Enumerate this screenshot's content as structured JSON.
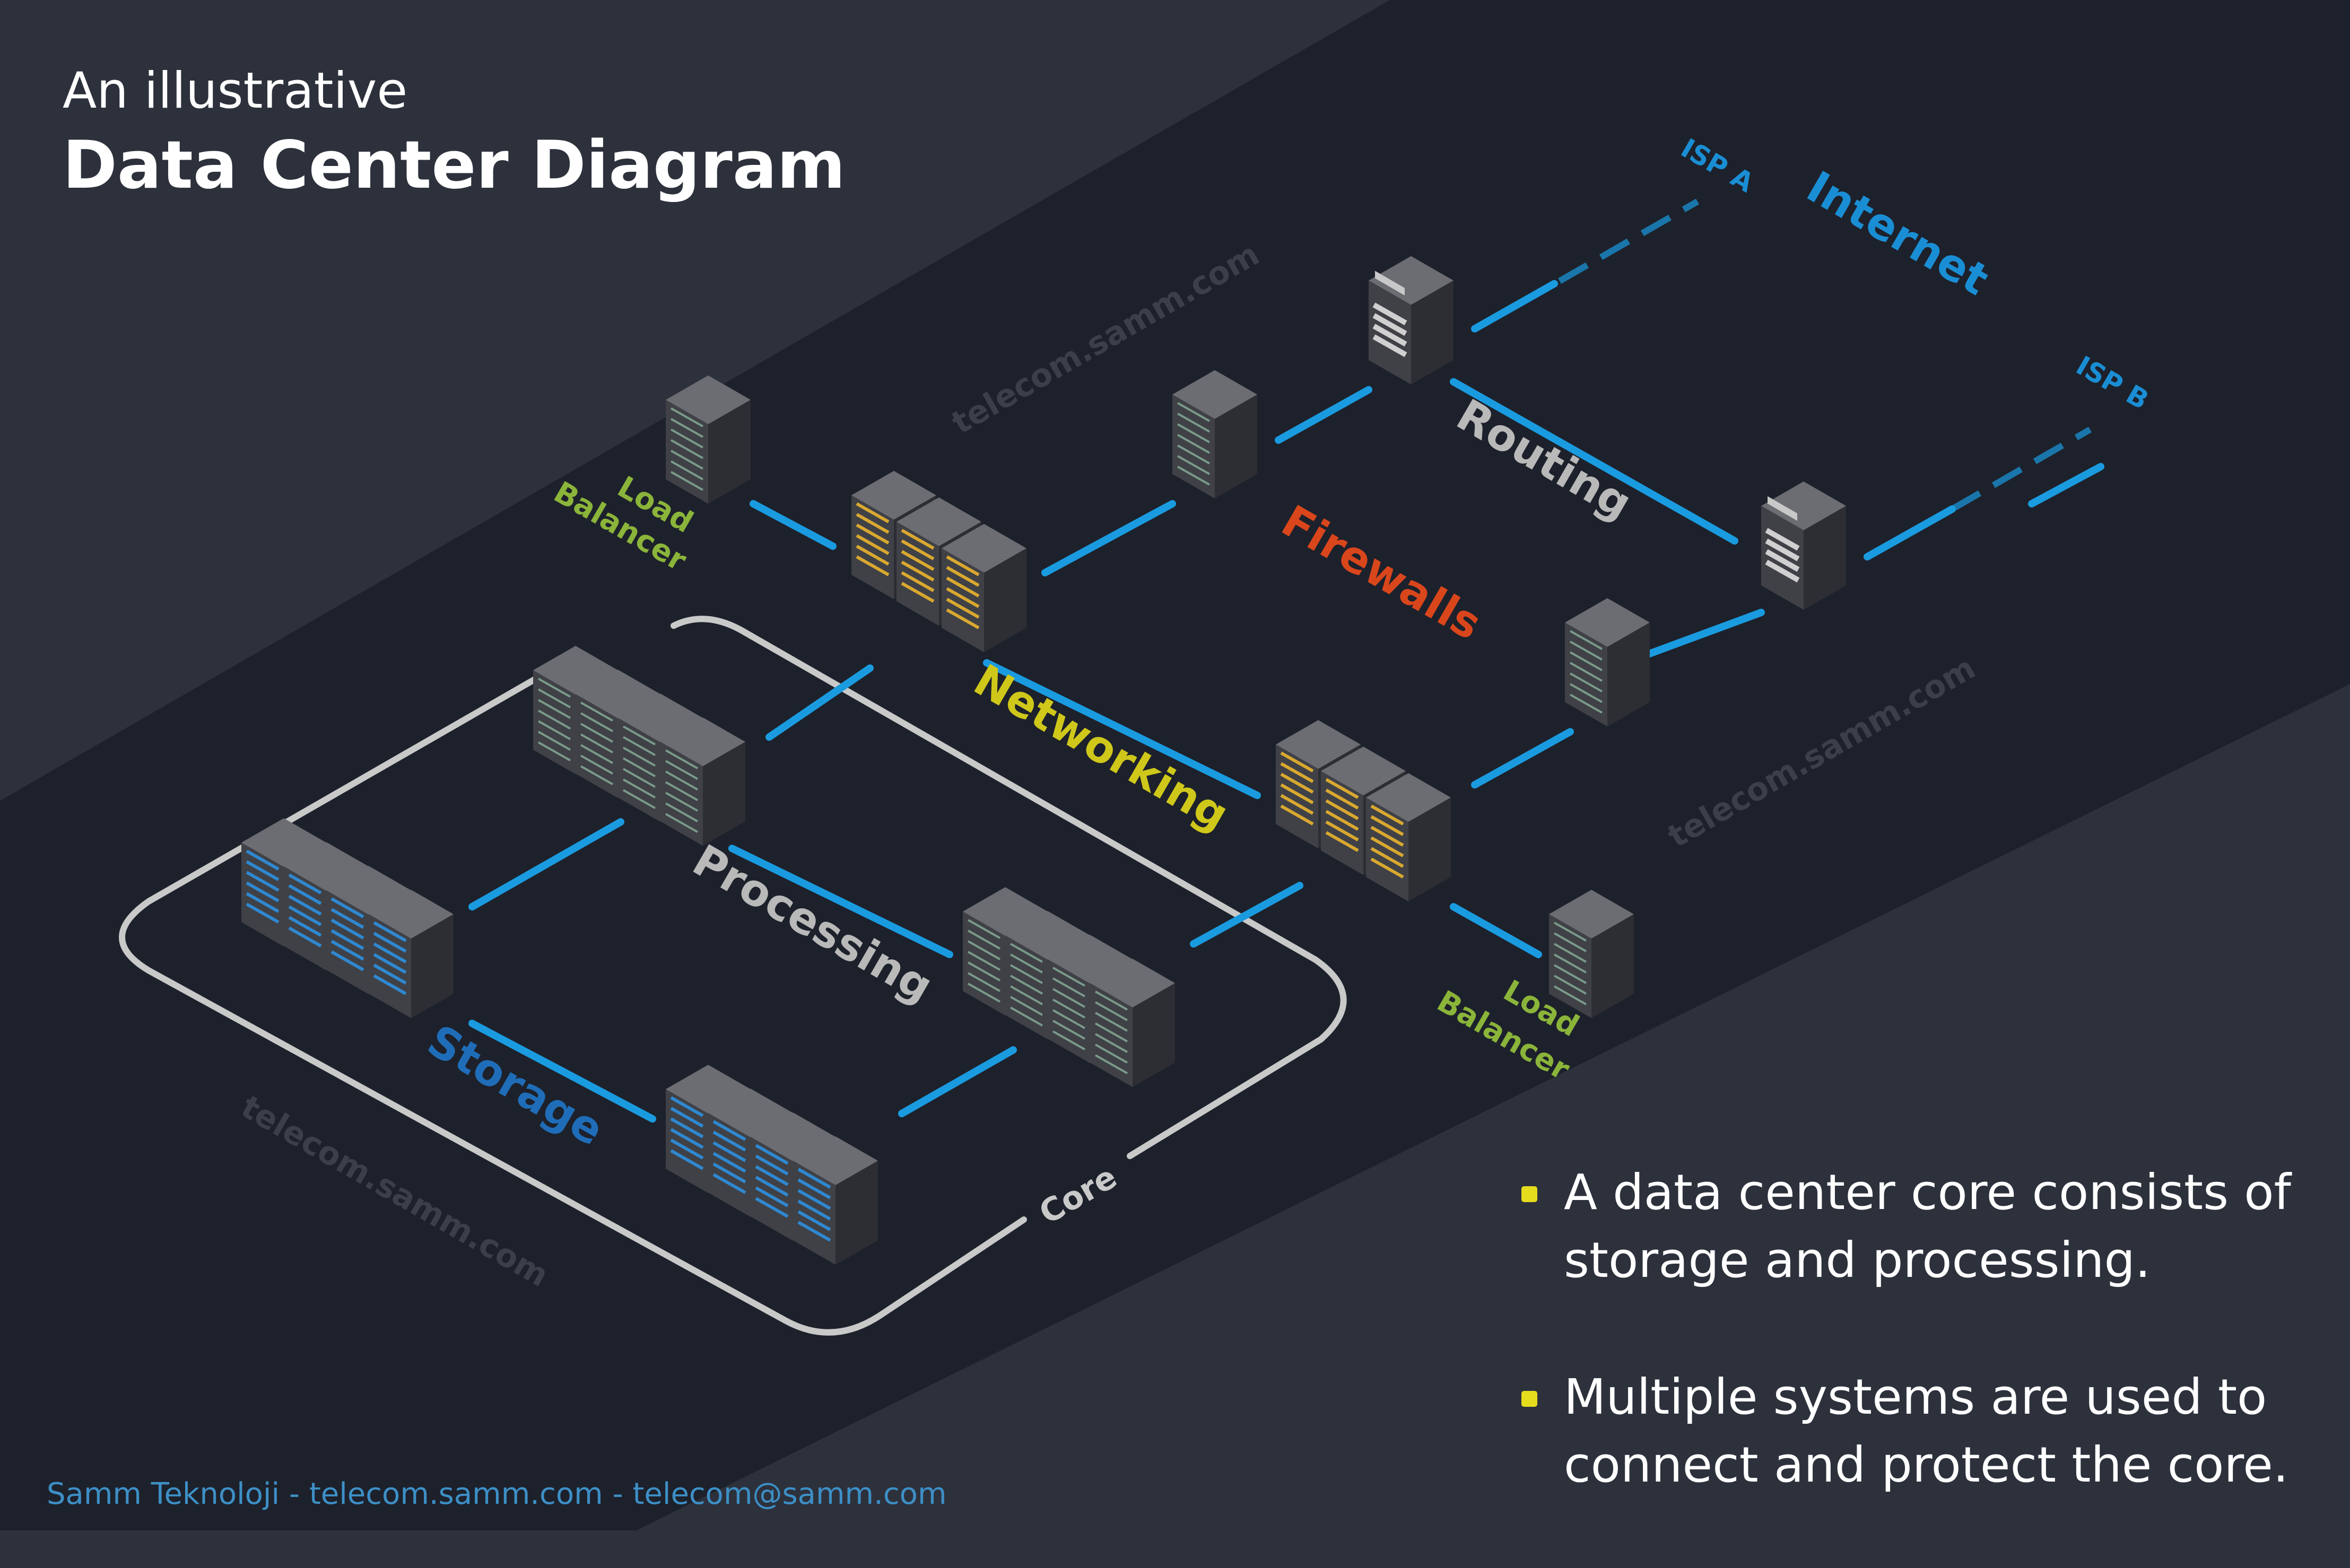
{
  "title": {
    "subtitle": "An illustrative",
    "main": "Data Center Diagram"
  },
  "labels": {
    "internet": "Internet",
    "isp_a": "ISP A",
    "isp_b": "ISP B",
    "routing": "Routing",
    "firewalls": "Firewalls",
    "networking": "Networking",
    "processing": "Processing",
    "storage": "Storage",
    "core": "Core",
    "load_balancer_top_line1": "Load",
    "load_balancer_top_line2": "Balancer",
    "load_balancer_bottom_line1": "Load",
    "load_balancer_bottom_line2": "Balancer",
    "watermark": "telecom.samm.com"
  },
  "bullets": [
    {
      "text": "A data center core consists of storage and processing."
    },
    {
      "text": "Multiple systems are used to connect and protect the core."
    }
  ],
  "footer": "Samm Teknoloji - telecom.samm.com - telecom@samm.com",
  "colors": {
    "background": "#2d313c",
    "band": "#1d212b",
    "link": "#1a9be0",
    "internet": "#1a8ed4",
    "routing": "#b9b9b9",
    "firewalls": "#d9461c",
    "networking": "#cfc81a",
    "processing": "#b9b9b9",
    "storage": "#1f6db8",
    "load_balancer": "#8bb43a",
    "bullet_dot": "#e6dc1e",
    "footer": "#3d8fc6",
    "core_outline": "#c9c9c9"
  },
  "icons": [
    "server-rack-icon",
    "networking-switch-icon",
    "storage-array-icon",
    "compute-rack-icon"
  ]
}
